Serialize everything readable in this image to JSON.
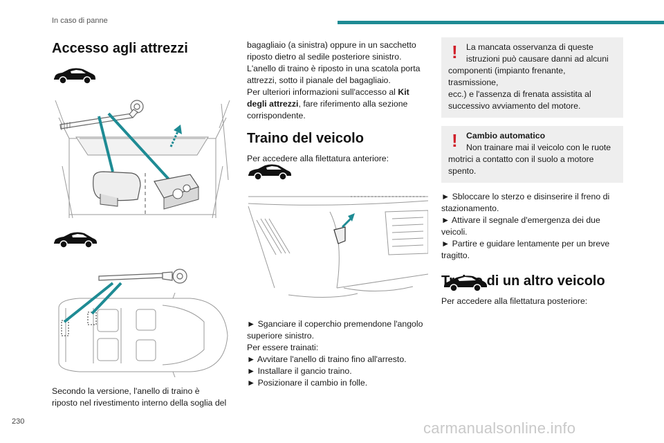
{
  "header": {
    "section": "In caso di panne"
  },
  "footer": {
    "page_number": "230",
    "watermark": "carmanualsonline.info"
  },
  "col1": {
    "title": "Accesso agli attrezzi",
    "caption_line1": "Secondo la versione, l'anello di traino è",
    "caption_line2": "riposto nel rivestimento interno della soglia del"
  },
  "col2": {
    "p1_lines": [
      "bagagliaio (a sinistra) oppure in un sacchetto",
      "riposto dietro al sedile posteriore sinistro.",
      "L'anello di traino è riposto in una scatola porta",
      "attrezzi, sotto il pianale del bagagliaio."
    ],
    "p2_prefix": "Per ulteriori informazioni sull'accesso al ",
    "p2_bold1": "Kit",
    "p2_bold2": "degli attrezzi",
    "p2_suffix": ", fare riferimento alla sezione",
    "p2_end": "corrispondente.",
    "title": "Traino del veicolo",
    "intro": "Per accedere alla filettatura anteriore:",
    "step1_line1": "► Sganciare il coperchio premendone l'angolo",
    "step1_line2": "superiore sinistro.",
    "towed_label": "Per essere trainati:",
    "step2": "► Avvitare l'anello di traino fino all'arresto.",
    "step3": "► Installare il gancio traino.",
    "step4": "► Posizionare il cambio in folle."
  },
  "col3": {
    "warn1_line1": "La mancata osservanza di queste",
    "warn1_line2": "istruzioni può causare danni ad alcuni",
    "warn1_line3": "componenti (impianto frenante, trasmissione,",
    "warn1_line4": "ecc.) e l'assenza di frenata assistita al",
    "warn1_line5": "successivo avviamento del motore.",
    "warn2_title": "Cambio automatico",
    "warn2_line1": "Non trainare mai il veicolo con le ruote",
    "warn2_line2": "motrici a contatto con il suolo a motore",
    "warn2_line3": "spento.",
    "step1_line1": "► Sbloccare lo sterzo e disinserire il freno di",
    "step1_line2": "stazionamento.",
    "step2_line1": "► Attivare il segnale d'emergenza dei due",
    "step2_line2": "veicoli.",
    "step3_line1": "► Partire e guidare lentamente per un breve",
    "step3_line2": "tragitto.",
    "title": "Traino di un altro veicolo",
    "intro": "Per accedere alla filettatura posteriore:"
  },
  "colors": {
    "accent": "#1e8b94",
    "warning": "#d0202a",
    "box": "#eeeeee"
  },
  "icons": [
    "car-silhouette-icon",
    "warning-exclamation-icon",
    "arrow-right-icon"
  ]
}
